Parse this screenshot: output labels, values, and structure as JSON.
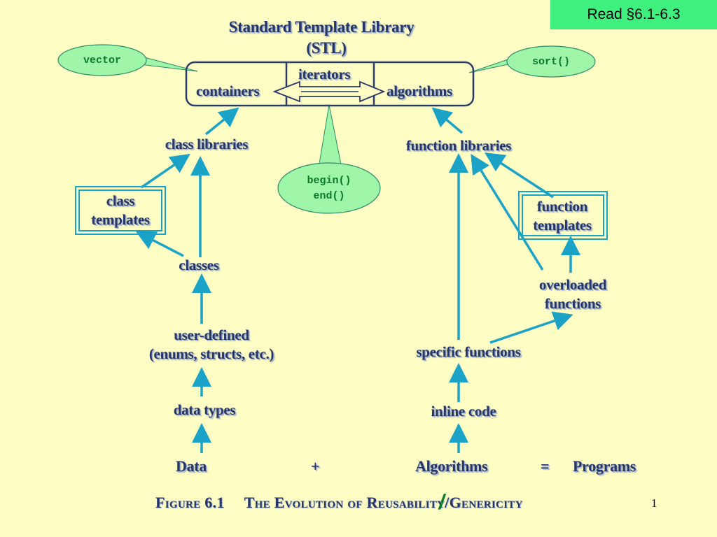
{
  "header": {
    "read_note": "Read §6.1-6.3"
  },
  "diagram": {
    "title_line1": "Standard Template Library",
    "title_line2": "(STL)",
    "stl_box": {
      "containers": "containers",
      "iterators": "iterators",
      "algorithms": "algorithms"
    },
    "left_column": {
      "class_libraries": "class libraries",
      "class_templates_line1": "class",
      "class_templates_line2": "templates",
      "classes": "classes",
      "user_defined_line1": "user-defined",
      "user_defined_line2": "(enums, structs, etc.)",
      "data_types": "data types"
    },
    "right_column": {
      "function_libraries": "function libraries",
      "function_templates_line1": "function",
      "function_templates_line2": "templates",
      "overloaded_line1": "overloaded",
      "overloaded_line2": "functions",
      "specific_functions": "specific functions",
      "inline_code": "inline code"
    },
    "equation": {
      "data": "Data",
      "plus": "+",
      "algorithms": "Algorithms",
      "equals": "=",
      "programs": "Programs"
    },
    "callouts": {
      "vector": "vector",
      "sort": "sort()",
      "begin": "begin()",
      "end": "end()"
    },
    "caption": {
      "figure": "Figure 6.1",
      "title": "The Evolution of Reusability/Genericity"
    }
  },
  "footer": {
    "page_number": "1"
  },
  "colors": {
    "background": "#fdfdc4",
    "arrow": "#1aa3c6",
    "box_border": "#2a3a6a",
    "callout_fill": "#9ff5a8",
    "callout_text": "#0a7a2a",
    "badge": "#3ff07e"
  }
}
